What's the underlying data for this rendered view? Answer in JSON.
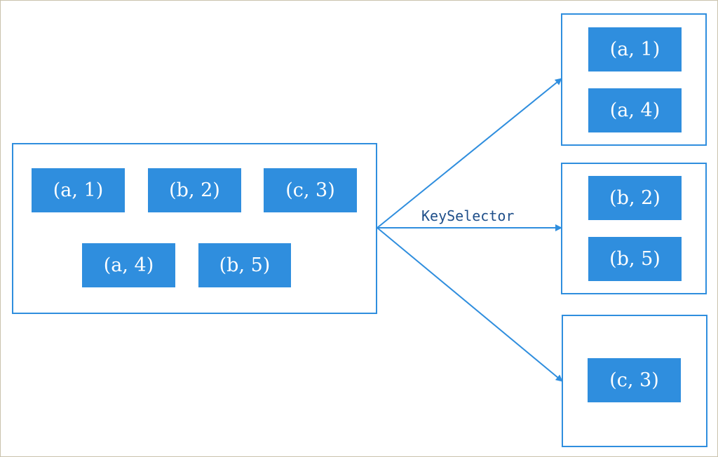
{
  "colors": {
    "accent": "#2f8ede",
    "label": "#1f4f8a",
    "background": "#ffffff",
    "page_border": "#c9c2ad"
  },
  "source": {
    "items": [
      "(a, 1)",
      "(b, 2)",
      "(c, 3)",
      "(a, 4)",
      "(b, 5)"
    ]
  },
  "edge_label": "KeySelector",
  "partitions": [
    {
      "items": [
        "(a, 1)",
        "(a, 4)"
      ]
    },
    {
      "items": [
        "(b, 2)",
        "(b, 5)"
      ]
    },
    {
      "items": [
        "(c, 3)"
      ]
    }
  ]
}
